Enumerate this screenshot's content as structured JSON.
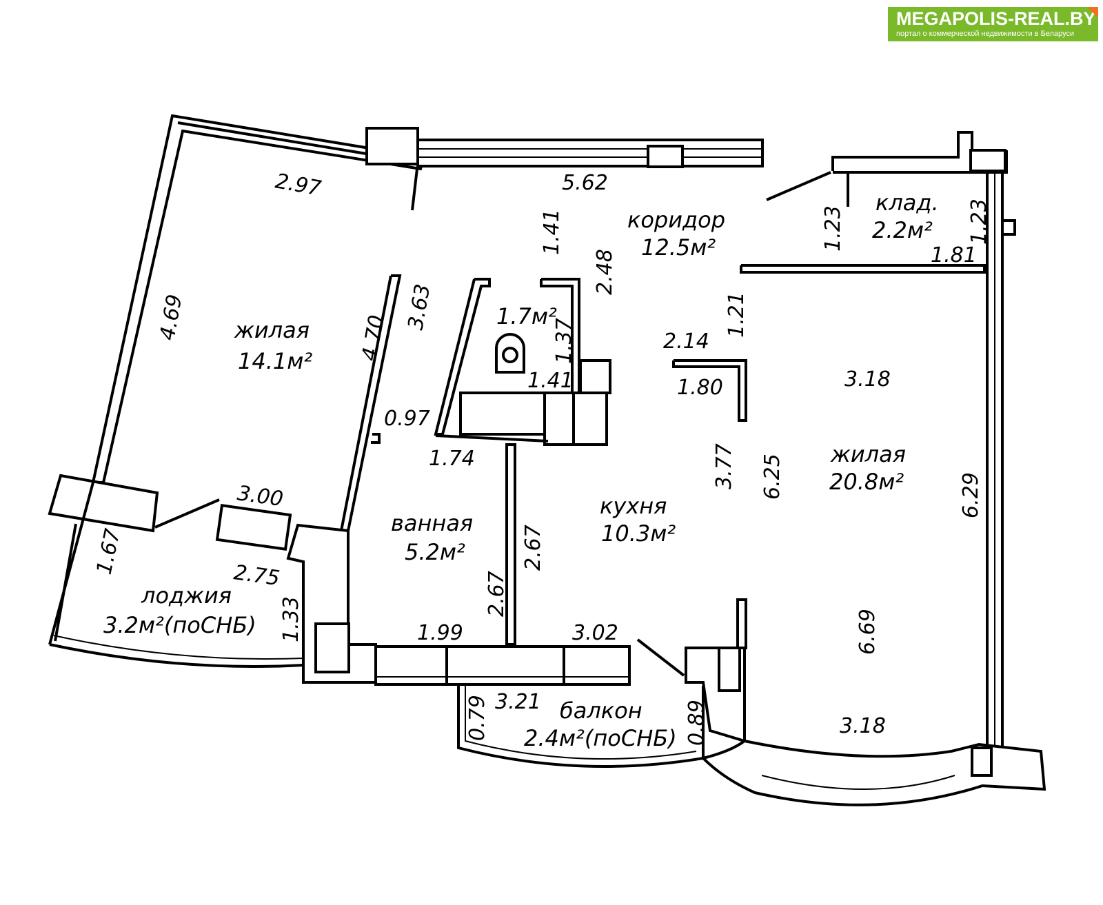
{
  "logo": {
    "title": "MEGAPOLIS-REAL.BY",
    "subtitle": "портал о коммерческой недвижимости в Беларуси",
    "color": "#7ab929"
  },
  "rooms": {
    "living1": {
      "name": "жилая",
      "area": "14.1м²"
    },
    "corridor": {
      "name": "коридор",
      "area": "12.5м²"
    },
    "storage": {
      "name": "клад.",
      "area": "2.2м²"
    },
    "wc": {
      "area": "1.7м²"
    },
    "bath": {
      "name": "ванная",
      "area": "5.2м²"
    },
    "kitchen": {
      "name": "кухня",
      "area": "10.3м²"
    },
    "living2": {
      "name": "жилая",
      "area": "20.8м²"
    },
    "loggia": {
      "name": "лоджия",
      "area": "3.2м²(поСНБ)"
    },
    "balcony": {
      "name": "балкон",
      "area": "2.4м²(поСНБ)"
    }
  },
  "dims": [
    "2.97",
    "5.62",
    "4.69",
    "1.41",
    "2.48",
    "1.23",
    "1.23",
    "1.81",
    "3.63",
    "4.70",
    "1.37",
    "1.41",
    "2.14",
    "1.21",
    "1.80",
    "3.18",
    "0.97",
    "1.74",
    "3.77",
    "6.25",
    "6.29",
    "3.00",
    "1.67",
    "2.75",
    "1.33",
    "2.67",
    "2.67",
    "1.99",
    "3.02",
    "3.21",
    "0.79",
    "0.89",
    "6.69",
    "3.18"
  ]
}
